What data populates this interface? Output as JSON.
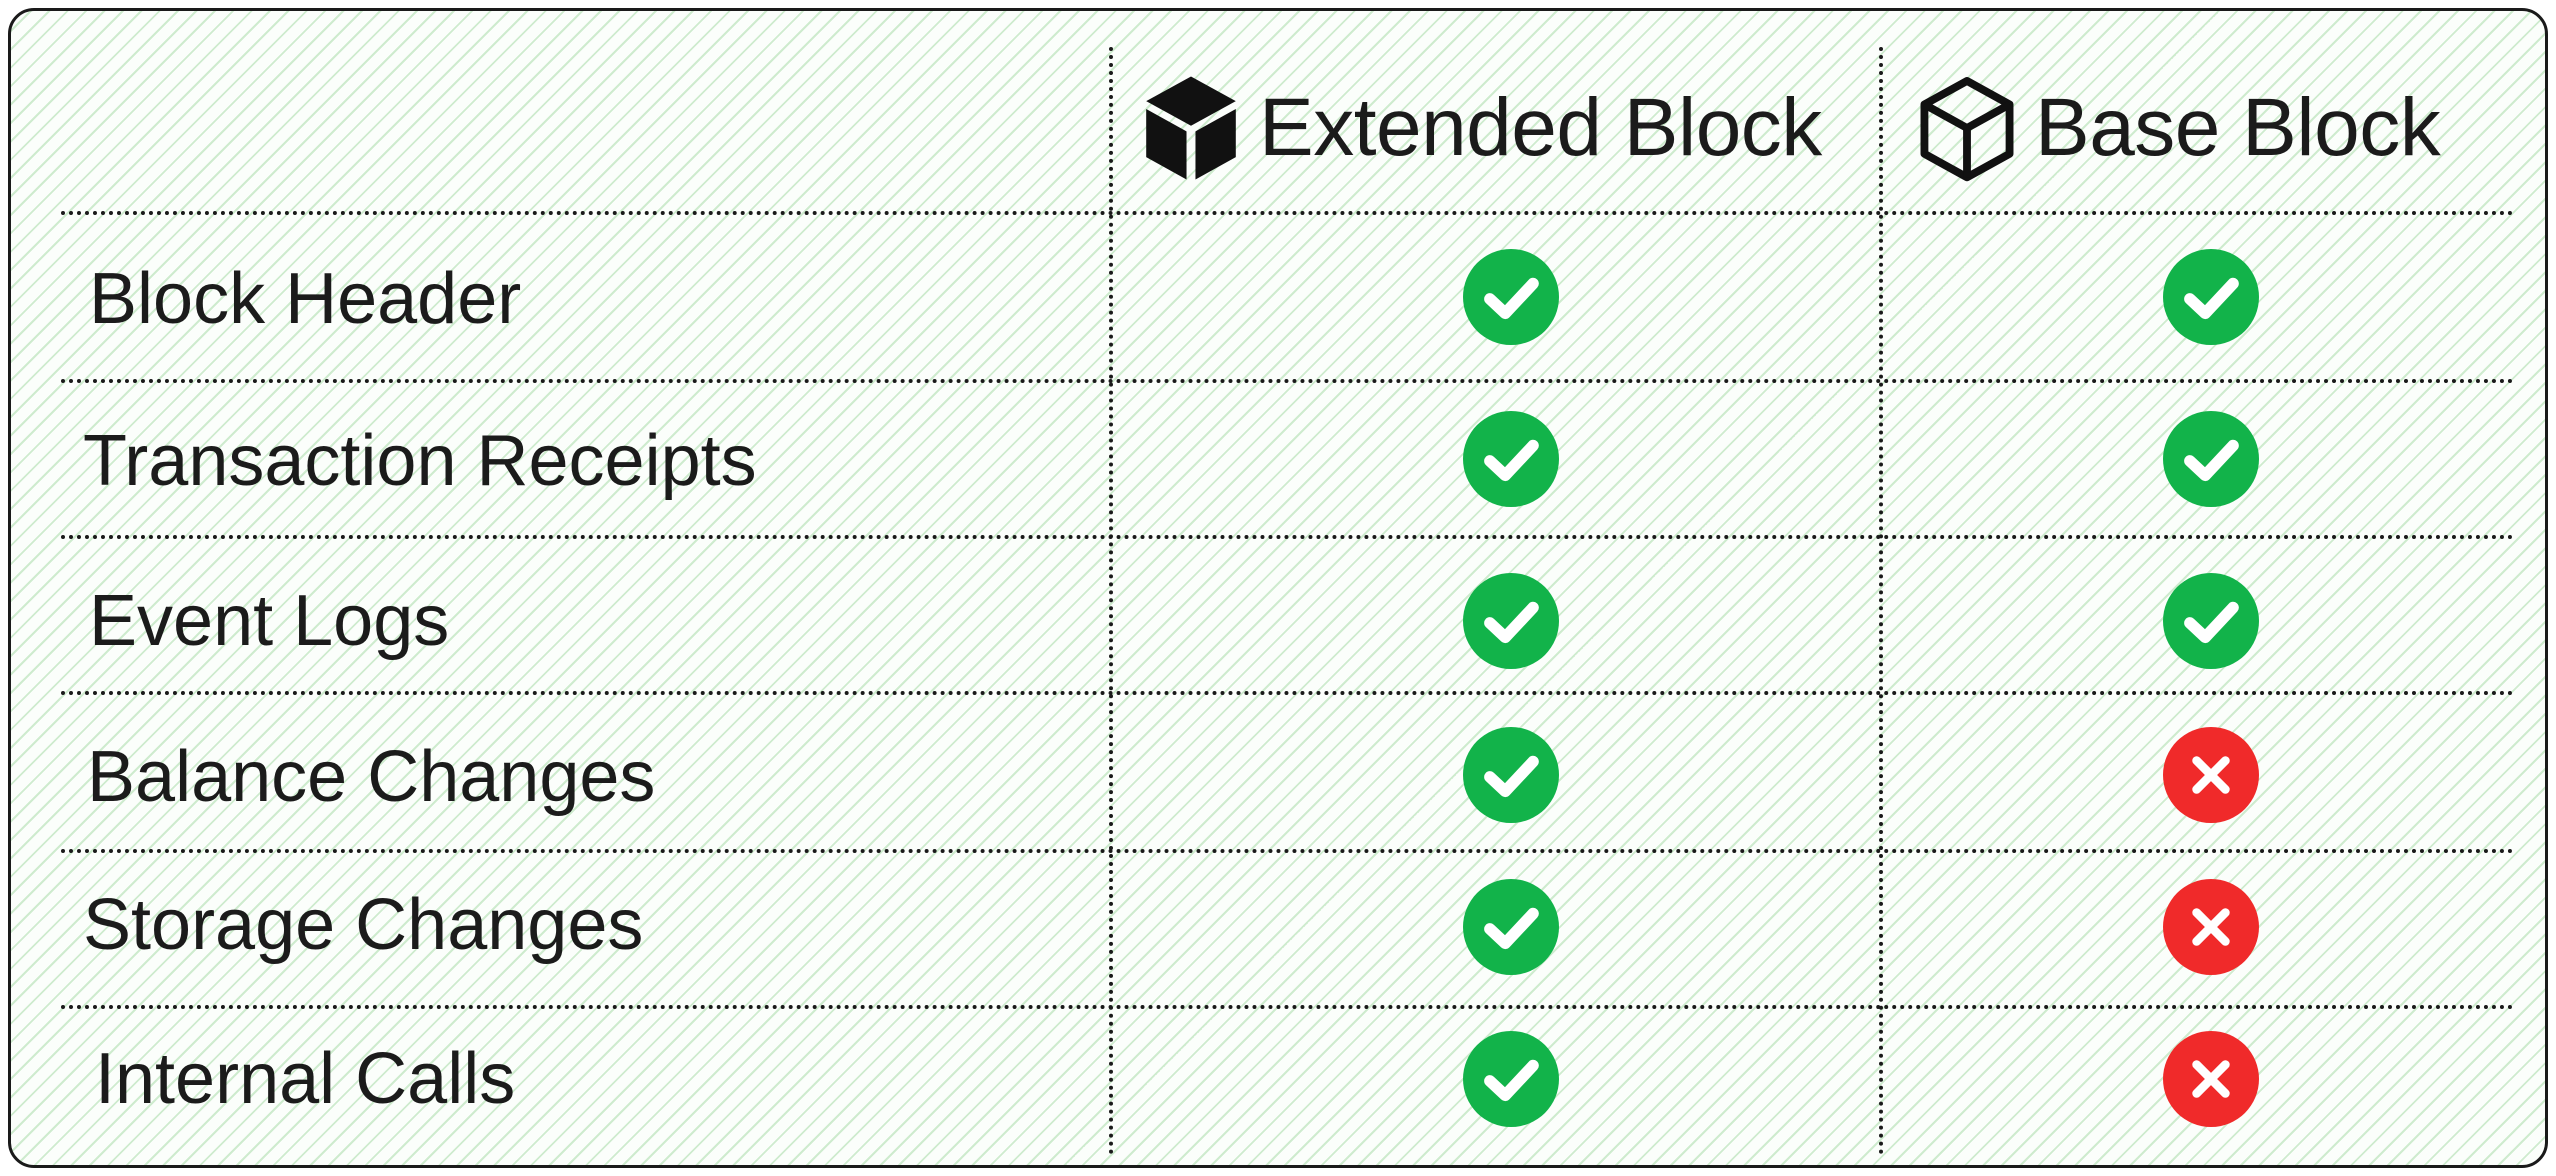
{
  "table": {
    "columns": [
      {
        "label": "Extended Block",
        "icon": "solid-cube-icon"
      },
      {
        "label": "Base Block",
        "icon": "outline-cube-icon"
      }
    ],
    "rows": [
      {
        "label": "Block Header",
        "extended": "check",
        "base": "check"
      },
      {
        "label": "Transaction Receipts",
        "extended": "check",
        "base": "check"
      },
      {
        "label": "Event Logs",
        "extended": "check",
        "base": "check"
      },
      {
        "label": "Balance Changes",
        "extended": "check",
        "base": "cross"
      },
      {
        "label": "Storage Changes",
        "extended": "check",
        "base": "cross"
      },
      {
        "label": "Internal Calls",
        "extended": "check",
        "base": "cross"
      }
    ]
  },
  "colors": {
    "check": "#12b34a",
    "cross": "#f02a2a",
    "stripe": "#aadcaa",
    "ink": "#1a1a1a"
  }
}
